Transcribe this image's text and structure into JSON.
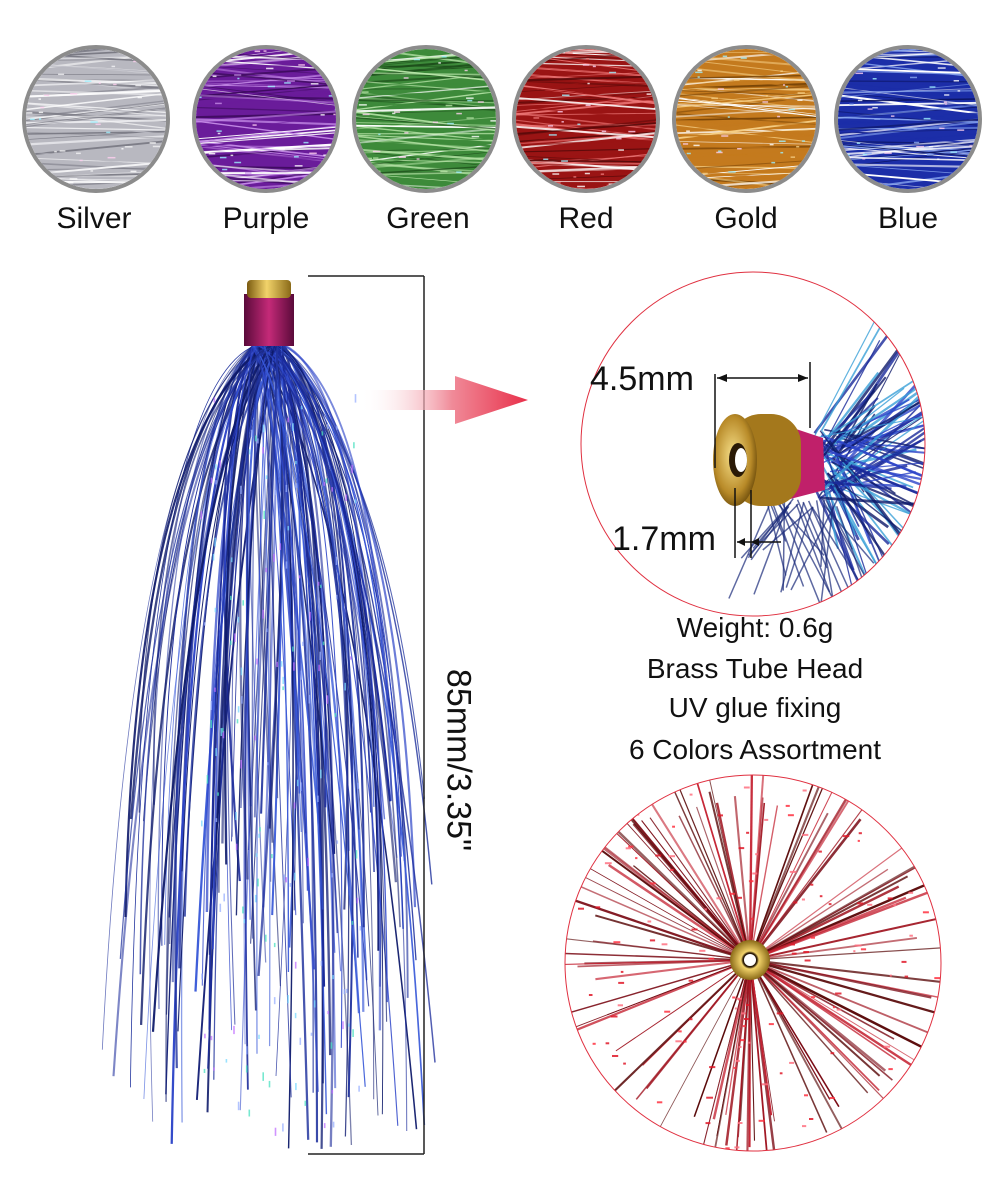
{
  "colors": [
    {
      "name": "Silver",
      "base": "#b8b8c0",
      "hi": "#f2f2f4",
      "lo": "#7a7a84"
    },
    {
      "name": "Purple",
      "base": "#6a1c9a",
      "hi": "#c48ae6",
      "lo": "#3c0b5c"
    },
    {
      "name": "Green",
      "base": "#3d8a3a",
      "hi": "#b7e4a8",
      "lo": "#1e4f1c"
    },
    {
      "name": "Red",
      "base": "#9a1414",
      "hi": "#ef7a7a",
      "lo": "#5a0a0a"
    },
    {
      "name": "Gold",
      "base": "#c47a1e",
      "hi": "#f6cf86",
      "lo": "#7a4608"
    },
    {
      "name": "Blue",
      "base": "#1c2ea8",
      "hi": "#8aa8f0",
      "lo": "#0c1460"
    }
  ],
  "measure": {
    "length": "85mm/3.35\"",
    "outer_diameter": "4.5mm",
    "inner_diameter": "1.7mm"
  },
  "specs": [
    "Weight: 0.6g",
    "Brass Tube Head",
    "UV glue fixing",
    "6 Colors Assortment"
  ],
  "accent_color": "#e8304a"
}
